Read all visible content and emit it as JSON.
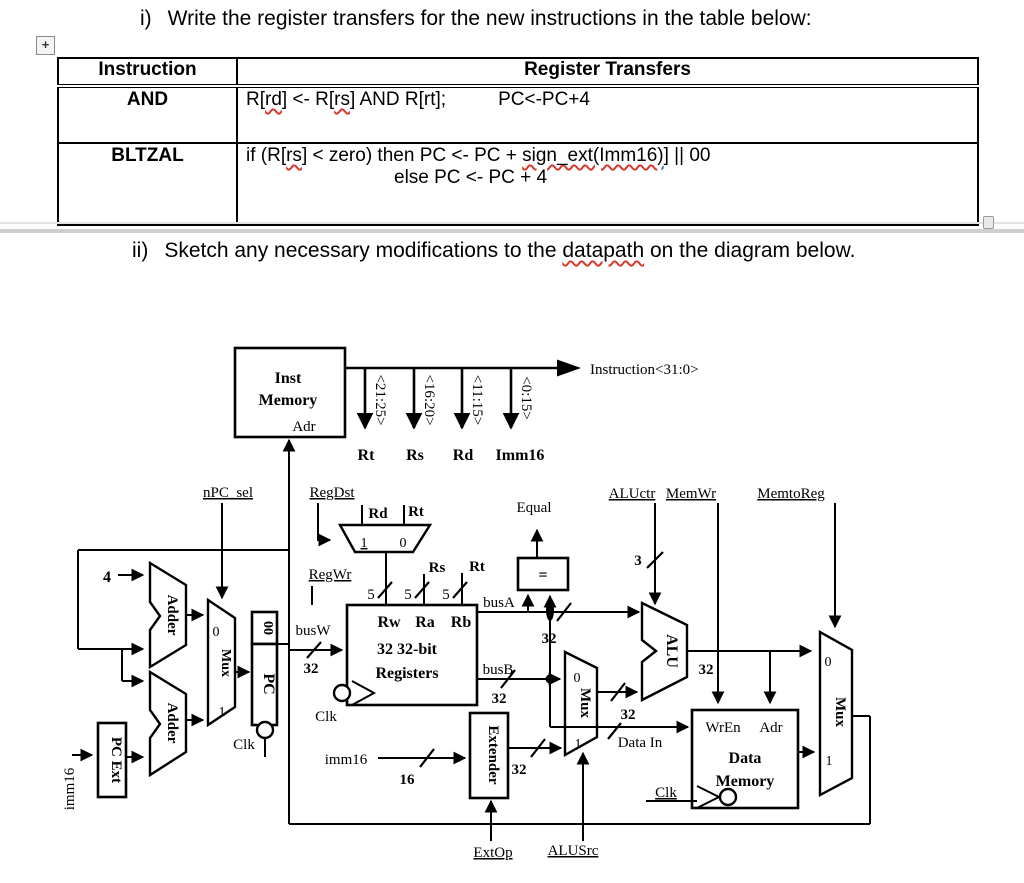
{
  "colors": {
    "ink": "#000000",
    "squiggle_red": "#d63a2f",
    "squiggle_blue": "#2b5fd9"
  },
  "question_i": {
    "prefix": "i)",
    "text": "Write the register transfers for the new instructions in the table below:"
  },
  "question_ii": {
    "prefix": "ii)",
    "segments": [
      {
        "t": "Sketch any necessary modifications to the "
      },
      {
        "t": "datapath",
        "u": "red"
      },
      {
        "t": " on the diagram below."
      }
    ]
  },
  "table": {
    "move_handle": "+",
    "headers": [
      "Instruction",
      "Register Transfers"
    ],
    "rows": [
      {
        "instruction": "AND",
        "line1": [
          {
            "t": "R["
          },
          {
            "t": "rd",
            "u": "red"
          },
          {
            "t": "] <- R["
          },
          {
            "t": "rs",
            "u": "red"
          },
          {
            "t": "] AND R[rt];"
          },
          {
            "t": "PC<-PC+4",
            "gap": true
          }
        ],
        "line2": []
      },
      {
        "instruction": "BLTZAL",
        "line1": [
          {
            "t": "if (R["
          },
          {
            "t": "rs",
            "u": "red"
          },
          {
            "t": "] < zero) then PC <- PC + "
          },
          {
            "t": "sign_ext(Imm16",
            "u": "red"
          },
          {
            "t": ")",
            "u": "blue"
          },
          {
            "t": "] || 00"
          }
        ],
        "line2": [
          {
            "t": "else PC <- PC + 4"
          }
        ]
      }
    ]
  },
  "diagram": {
    "inst_memory": {
      "l1": "Inst",
      "l2": "Memory",
      "adr": "Adr"
    },
    "instruction_bus": "Instruction<31:0>",
    "fields": [
      {
        "bits": "<21:25>",
        "name": "Rt"
      },
      {
        "bits": "<16:20>",
        "name": "Rs"
      },
      {
        "bits": "<11:15>",
        "name": "Rd"
      },
      {
        "bits": "<0:15>",
        "name": "Imm16"
      }
    ],
    "controls": {
      "npc_sel": "nPC_sel",
      "regdst": "RegDst",
      "regwr": "RegWr",
      "equal": "Equal",
      "aluctr": "ALUctr",
      "memwr": "MemWr",
      "memtoreg": "MemtoReg",
      "extop": "ExtOp",
      "alusrc": "ALUSrc"
    },
    "regdst_mux": {
      "in_rd": "Rd",
      "in_rt": "Rt",
      "sel1": "1",
      "sel0": "0"
    },
    "reg_ports": {
      "rs": "Rs",
      "rt": "Rt",
      "width5": "5"
    },
    "registers": {
      "rw": "Rw",
      "ra": "Ra",
      "rb": "Rb",
      "t1": "32 32-bit",
      "t2": "Registers"
    },
    "buses": {
      "busw": "busW",
      "busa": "busA",
      "busb": "busB",
      "w32": "32",
      "w16": "16",
      "w3": "3",
      "four": "4",
      "data_in": "Data In"
    },
    "mux": {
      "label": "Mux",
      "i0": "0",
      "i1": "1"
    },
    "alu": "ALU",
    "adder": "Adder",
    "pc": "PC",
    "pc00": "00",
    "pc_ext": "PC Ext",
    "imm16": "imm16",
    "clk": "Clk",
    "extender": "Extender",
    "equal_sign": "=",
    "data_memory": {
      "wren": "WrEn",
      "adr": "Adr",
      "l1": "Data",
      "l2": "Memory"
    }
  }
}
